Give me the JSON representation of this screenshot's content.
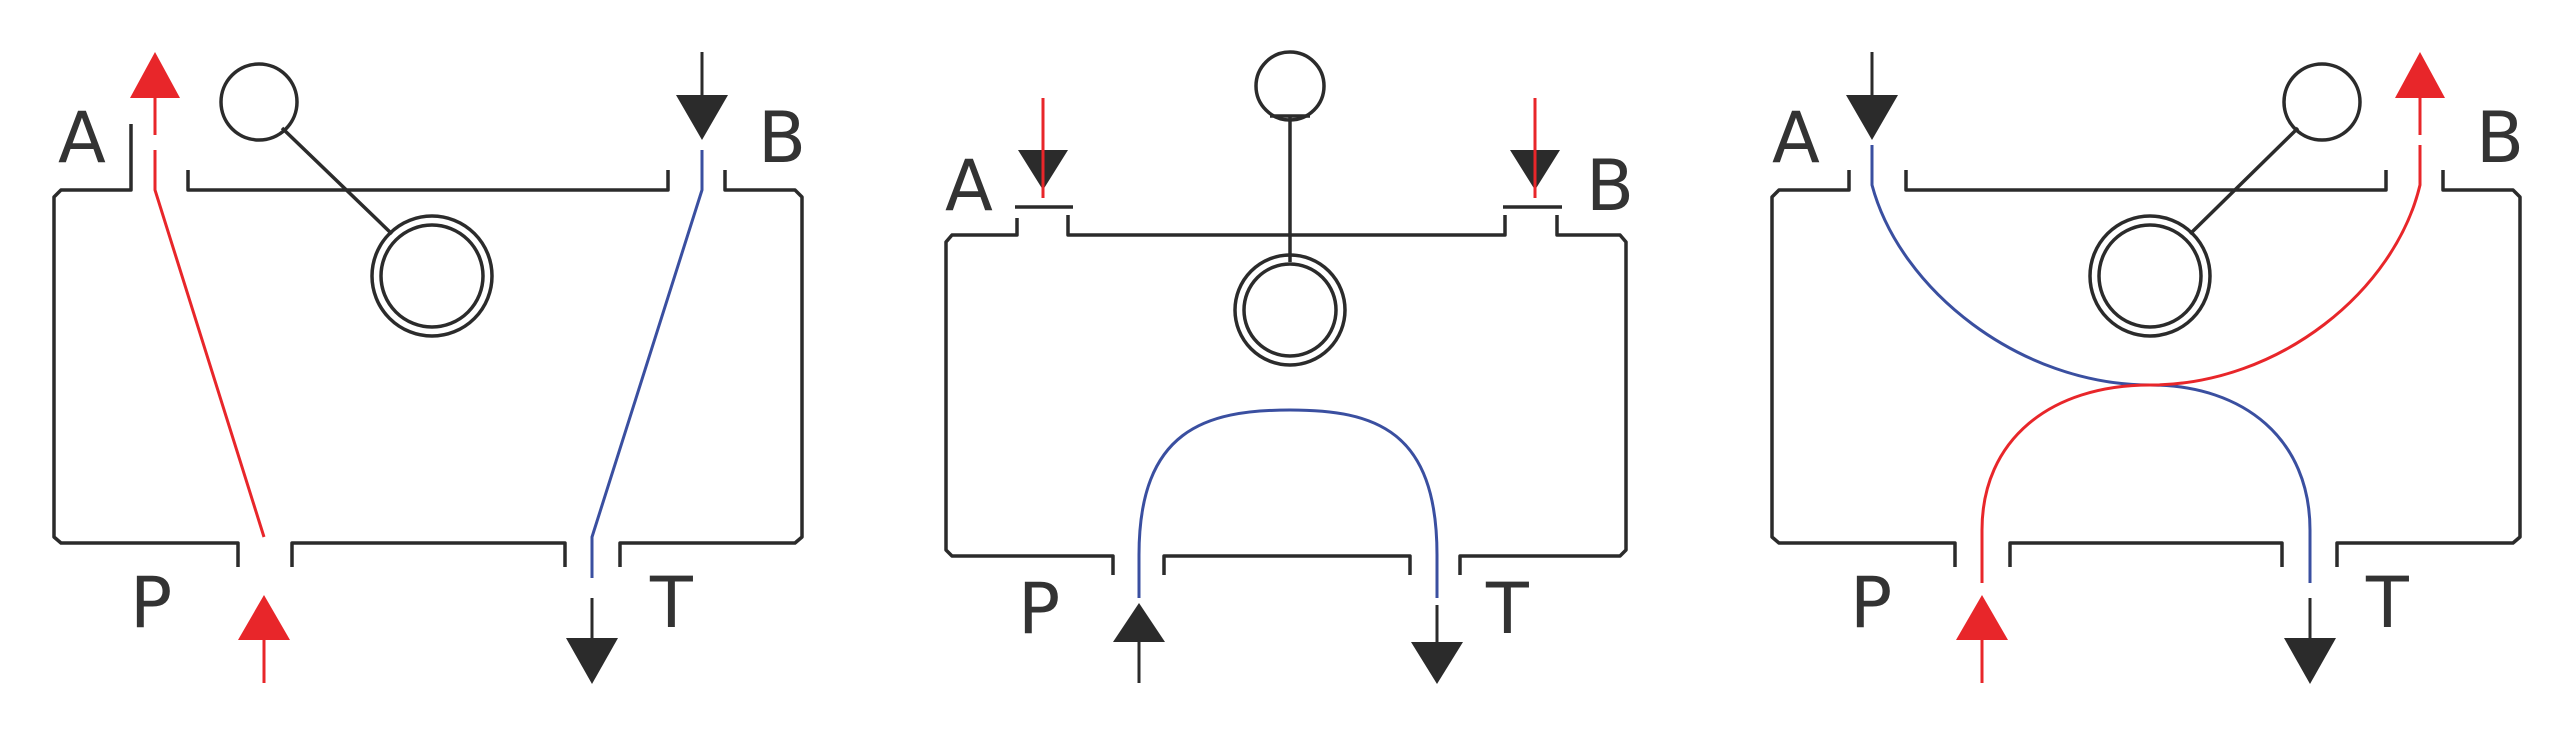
{
  "diagram": {
    "panels": [
      {
        "id": "left",
        "labels": {
          "a": "A",
          "b": "B",
          "p": "P",
          "t": "T"
        }
      },
      {
        "id": "center",
        "labels": {
          "a": "A",
          "b": "B",
          "p": "P",
          "t": "T"
        }
      },
      {
        "id": "right",
        "labels": {
          "a": "A",
          "b": "B",
          "p": "P",
          "t": "T"
        }
      }
    ]
  },
  "colors": {
    "pressure": "#e8262a",
    "return": "#3a4fa0",
    "outline": "#2b2b2b",
    "text": "#333333"
  }
}
